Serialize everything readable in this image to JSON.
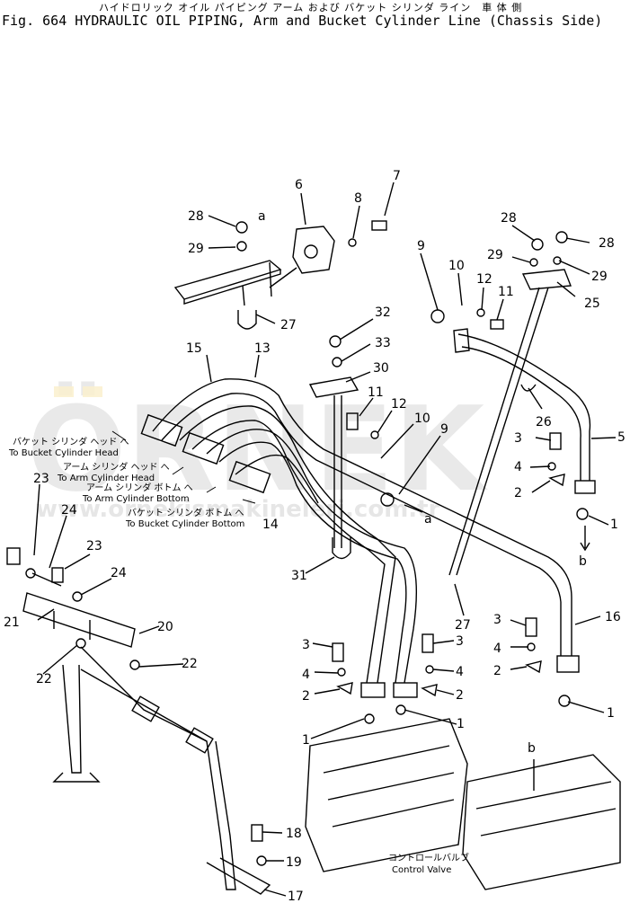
{
  "header": {
    "jp_line": "ハイドロリック オイル パイピング アーム および バケット シリンダ ライン　車 体 側",
    "en_line": "Fig. 664  HYDRAULIC OIL PIPING, Arm and Bucket Cylinder Line (Chassis Side)"
  },
  "watermark": {
    "brand": "ÖRNEK",
    "url": "www.ornekismakineleri.com.tr"
  },
  "notes": {
    "bucket_head_jp": "バケット シリンダ ヘッド へ",
    "bucket_head_en": "To Bucket Cylinder Head",
    "arm_head_jp": "アーム シリンダ ヘッド へ",
    "arm_head_en": "To Arm Cylinder Head",
    "arm_bottom_jp": "アーム シリンダ ボトム へ",
    "arm_bottom_en": "To Arm Cylinder Bottom",
    "bucket_bottom_jp": "バケット シリンダ ボトム へ",
    "bucket_bottom_en": "To Bucket Cylinder Bottom",
    "control_valve_jp": "コントロールバルブ",
    "control_valve_en": "Control Valve"
  },
  "callouts": {
    "c6": "6",
    "c7": "7",
    "c8": "8",
    "c28a": "28",
    "c29a": "29",
    "ca1": "a",
    "c9a": "9",
    "c10a": "10",
    "c12a": "12",
    "c11a": "11",
    "c28b": "28",
    "c28c": "28",
    "c29b": "29",
    "c29c": "29",
    "c25": "25",
    "c27a": "27",
    "c32": "32",
    "c33": "33",
    "c30": "30",
    "c15": "15",
    "c13": "13",
    "c11b": "11",
    "c12b": "12",
    "c10b": "10",
    "c9b": "9",
    "ca2": "a",
    "c26": "26",
    "c3a": "3",
    "c5": "5",
    "c4a": "4",
    "c2a": "2",
    "c1a": "1",
    "cb1": "b",
    "c23a": "23",
    "c24a": "24",
    "c14": "14",
    "c23b": "23",
    "c24b": "24",
    "c21": "21",
    "c20": "20",
    "c22a": "22",
    "c22b": "22",
    "c31": "31",
    "c27b": "27",
    "c3b": "3",
    "c4b": "4",
    "c2b": "2",
    "c16": "16",
    "c3c": "3",
    "c4c": "4",
    "c2c": "2",
    "c3d": "3",
    "c4d": "4",
    "c2d": "2",
    "c1b": "1",
    "c1c": "1",
    "c1d": "1",
    "cb2": "b",
    "c18": "18",
    "c19": "19",
    "c17": "17"
  }
}
